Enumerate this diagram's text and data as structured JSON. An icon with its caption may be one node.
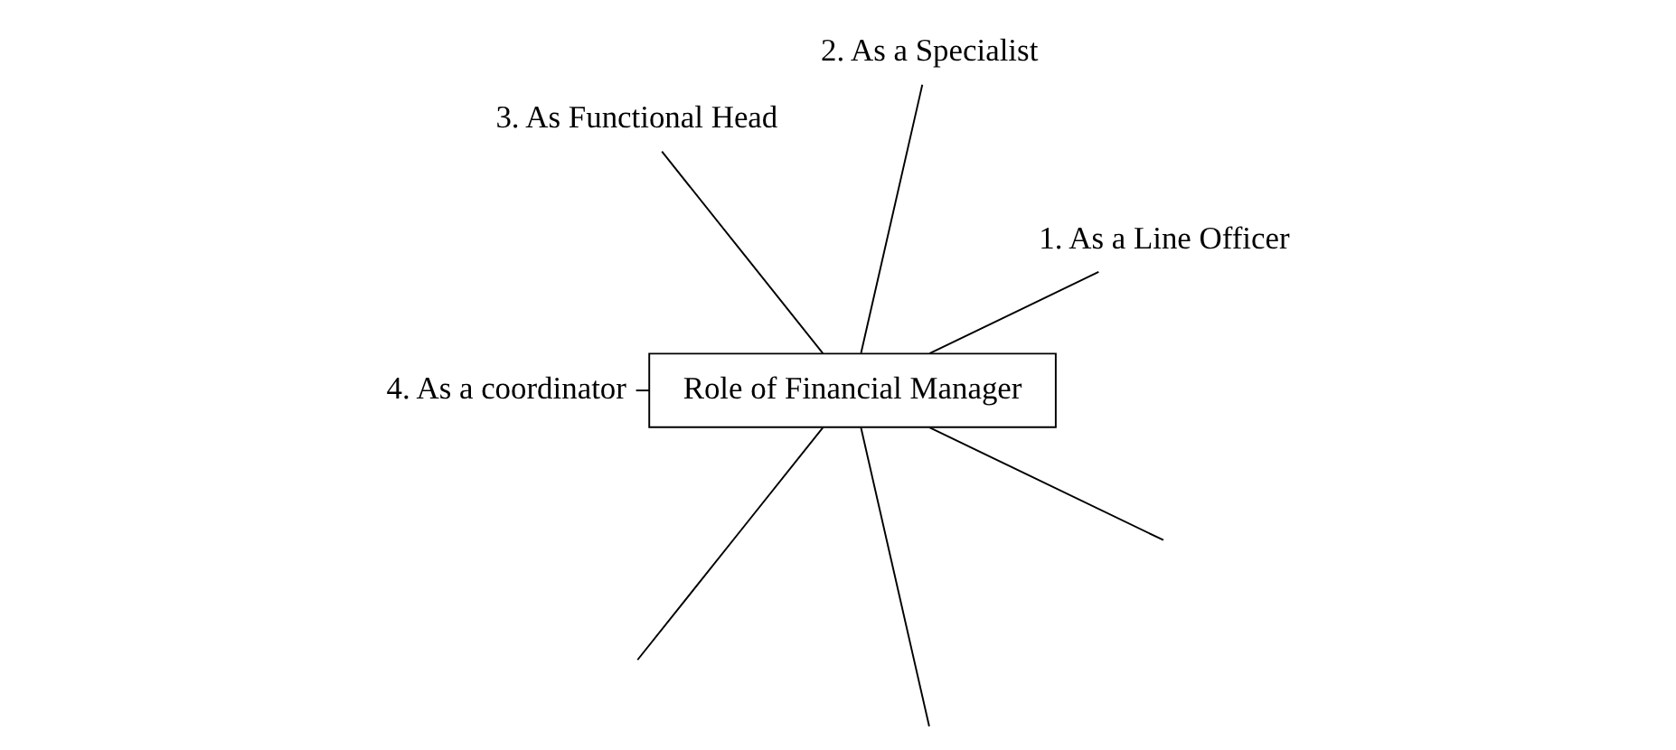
{
  "diagram": {
    "nodes": [
      {
        "text": [
          "Role of Financial Manager"
        ]
      },
      {
        "text": [
          "1. As a Line Officer"
        ]
      },
      {
        "text": [
          "2. As a Specialist"
        ]
      },
      {
        "text": [
          "3. As Functional Head"
        ]
      },
      {
        "text": [
          "4. As a coordinator"
        ]
      }
    ],
    "edges": [
      {
        "from": 0,
        "to": 1,
        "arrow": "none"
      },
      {
        "from": 0,
        "to": 2,
        "arrow": "none"
      },
      {
        "from": 0,
        "to": 3,
        "arrow": "none"
      },
      {
        "from": 0,
        "to": 4,
        "arrow": "none"
      },
      {
        "from": 0,
        "to": null,
        "arrow": "none"
      },
      {
        "from": 0,
        "to": null,
        "arrow": "none"
      },
      {
        "from": 0,
        "to": null,
        "arrow": "none"
      }
    ]
  }
}
